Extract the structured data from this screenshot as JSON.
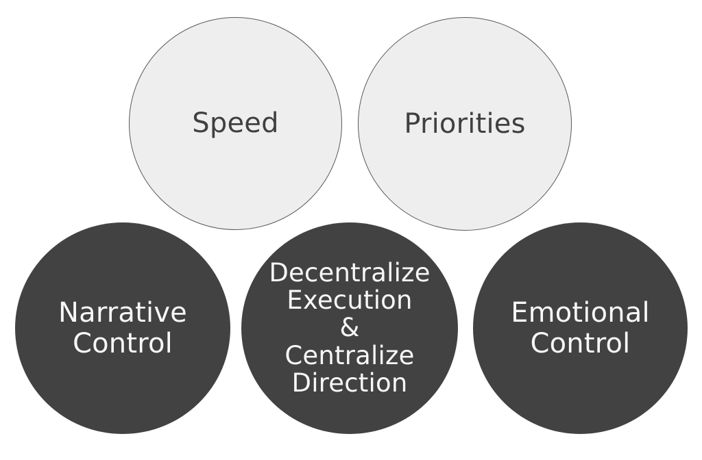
{
  "diagram": {
    "background_color": "#ffffff",
    "title": "",
    "circles": [
      {
        "id": "speed",
        "label": "Speed",
        "row": "top",
        "style": "light",
        "fill_color": "#eeeeee",
        "border_color": "#585858",
        "text_color": "#404040"
      },
      {
        "id": "priorities",
        "label": "Priorities",
        "row": "top",
        "style": "light",
        "fill_color": "#eeeeee",
        "border_color": "#585858",
        "text_color": "#404040"
      },
      {
        "id": "narrative-control",
        "label": "Narrative\nControl",
        "row": "bottom",
        "style": "dark",
        "fill_color": "#424242",
        "border_color": "",
        "text_color": "#f7f7f7"
      },
      {
        "id": "decentralize-execution",
        "label": "Decentralize\nExecution\n&\nCentralize\nDirection",
        "row": "bottom",
        "style": "dark",
        "fill_color": "#424242",
        "border_color": "",
        "text_color": "#f7f7f7"
      },
      {
        "id": "emotional-control",
        "label": "Emotional\nControl",
        "row": "bottom",
        "style": "dark",
        "fill_color": "#424242",
        "border_color": "",
        "text_color": "#f7f7f7"
      }
    ]
  }
}
